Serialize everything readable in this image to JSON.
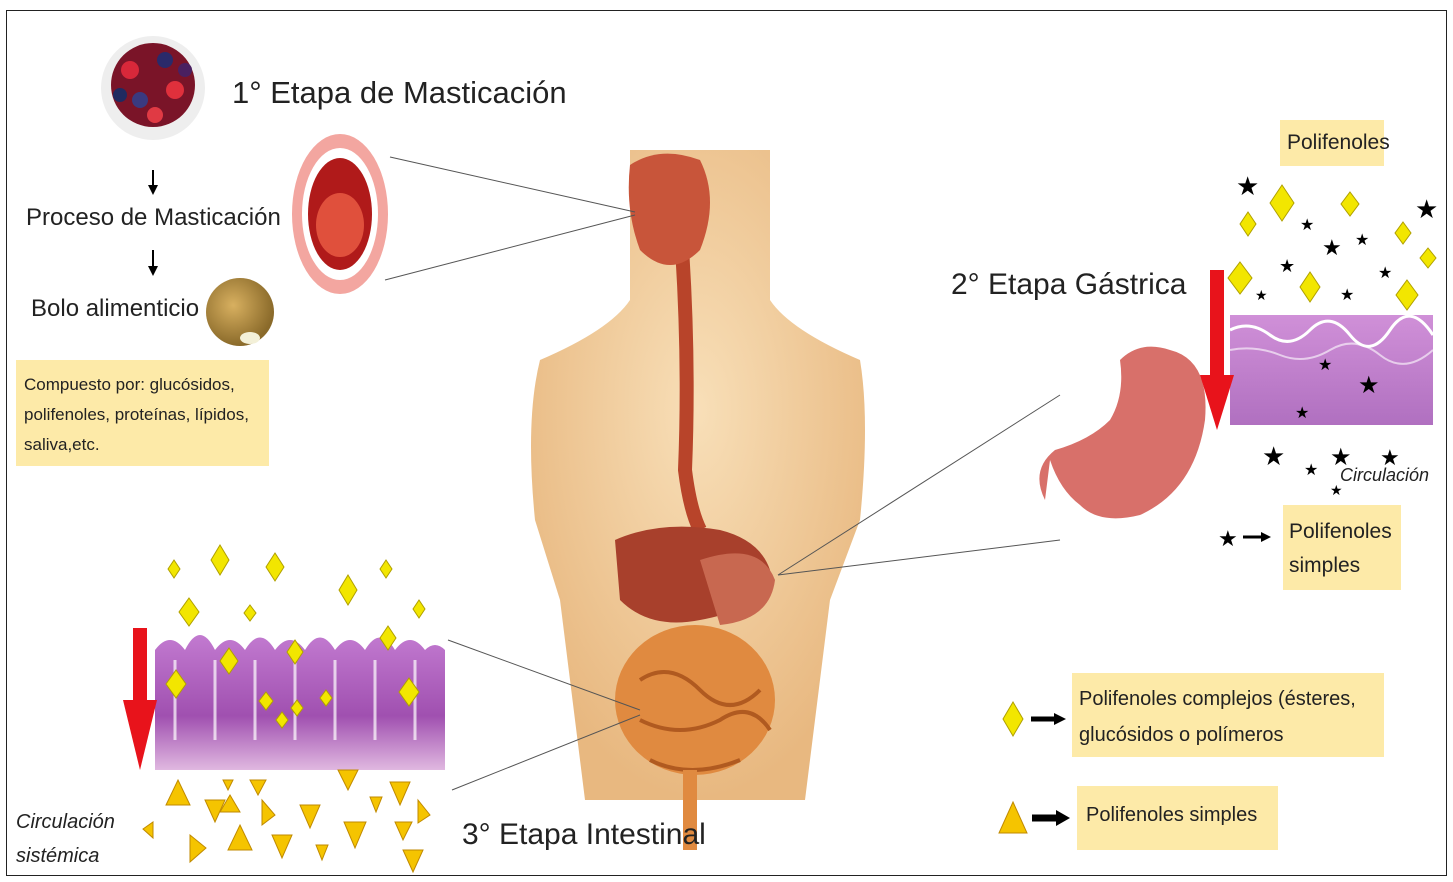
{
  "stage1": {
    "title": "1° Etapa de Masticación",
    "process": "Proceso de Masticación",
    "bolus": "Bolo alimenticio",
    "composition": "Compuesto por: glucósidos, polifenoles, proteínas, lípidos, saliva,etc."
  },
  "stage2": {
    "title": "2° Etapa Gástrica",
    "polyphenols": "Polifenoles",
    "circulation": "Circulación",
    "simple_label": "Polifenoles simples"
  },
  "stage3": {
    "title": "3° Etapa Intestinal",
    "circulation": "Circulación sistémica"
  },
  "legend": {
    "complex": "Polifenoles complejos (ésteres, glucósidos o polímeros",
    "simple": "Polifenoles simples"
  },
  "colors": {
    "box_bg": "#fdeaa8",
    "diamond": "#f2e600",
    "triangle": "#f5c400",
    "arrow_red": "#e8131b",
    "tissue": "#b060c0",
    "skin": "#f3cfa0"
  },
  "icons": [
    "berries-icon",
    "mouth-icon",
    "bolus-icon",
    "stomach-icon",
    "intestine-tissue-icon",
    "gastric-tissue-icon",
    "body-icon",
    "star-icon",
    "diamond-icon",
    "triangle-icon",
    "arrow-right-icon",
    "arrow-down-icon"
  ]
}
